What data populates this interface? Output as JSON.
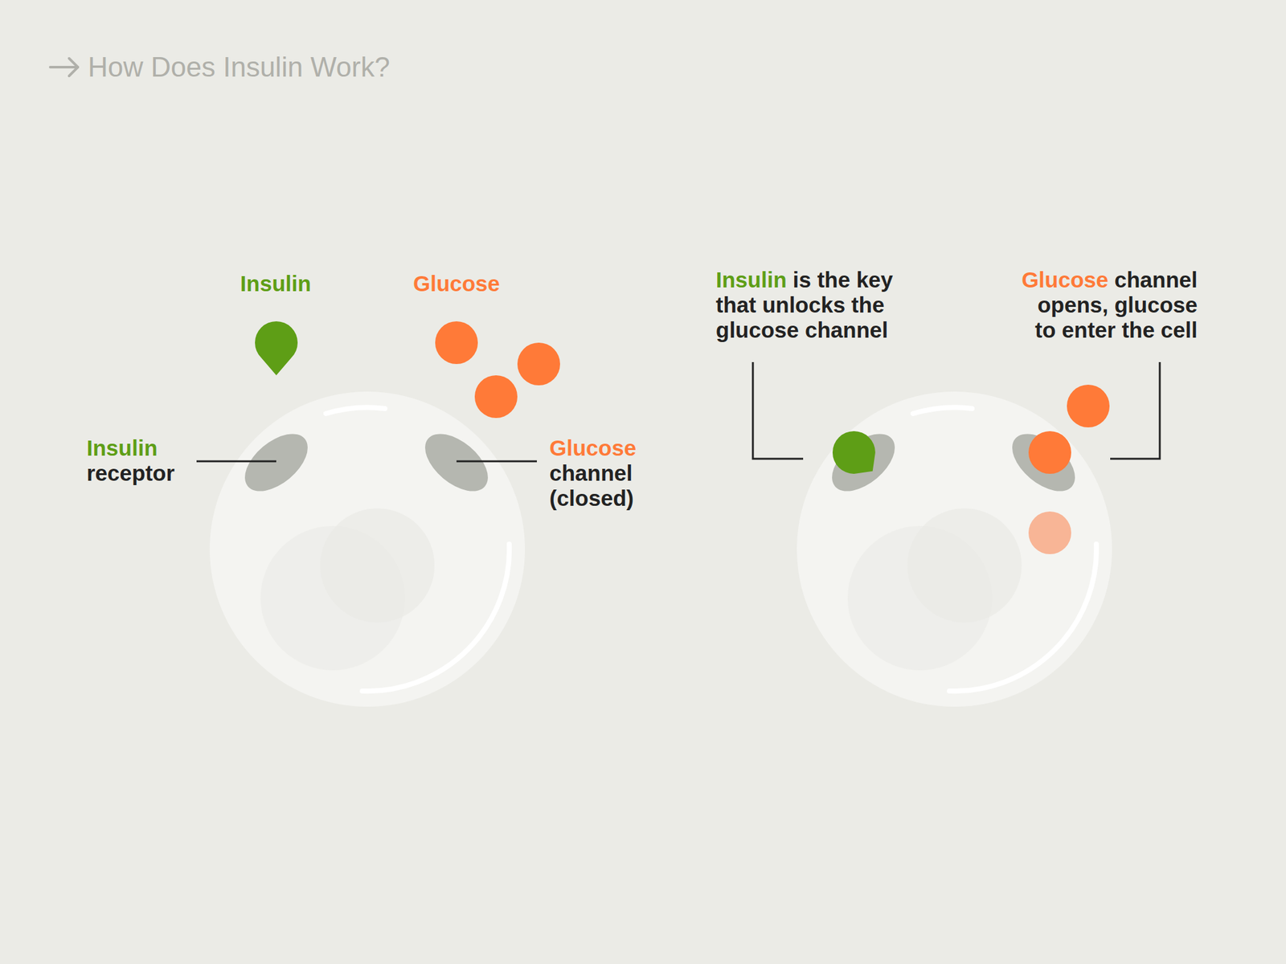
{
  "diagram": {
    "title": "How Does Insulin Work?",
    "labels": [
      "Insulin",
      "Glucose",
      "Insulin",
      "receptor",
      "Glucose",
      "channel (closed)",
      "Insulin",
      "is the key that unlocks the glucose channel",
      "Glucose",
      "channel opens, glucose to enter the cell"
    ]
  }
}
